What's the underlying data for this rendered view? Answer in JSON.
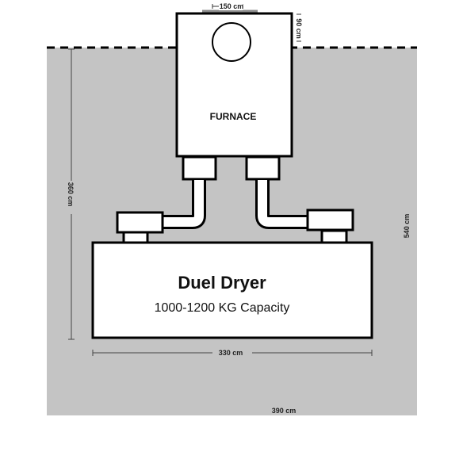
{
  "labels": {
    "furnace": "FURNACE",
    "dryer_title": "Duel Dryer",
    "dryer_capacity": "1000-1200 KG Capacity"
  },
  "dimensions": {
    "furnace_width": "150 cm",
    "furnace_depth": "90 cm",
    "room_height_left": "360 cm",
    "room_height_right": "540 cm",
    "dryer_width": "330 cm",
    "room_width": "390 cm"
  },
  "colors": {
    "floor": "#c4c4c4",
    "equipment_fill": "#ffffff",
    "stroke": "#000000"
  }
}
